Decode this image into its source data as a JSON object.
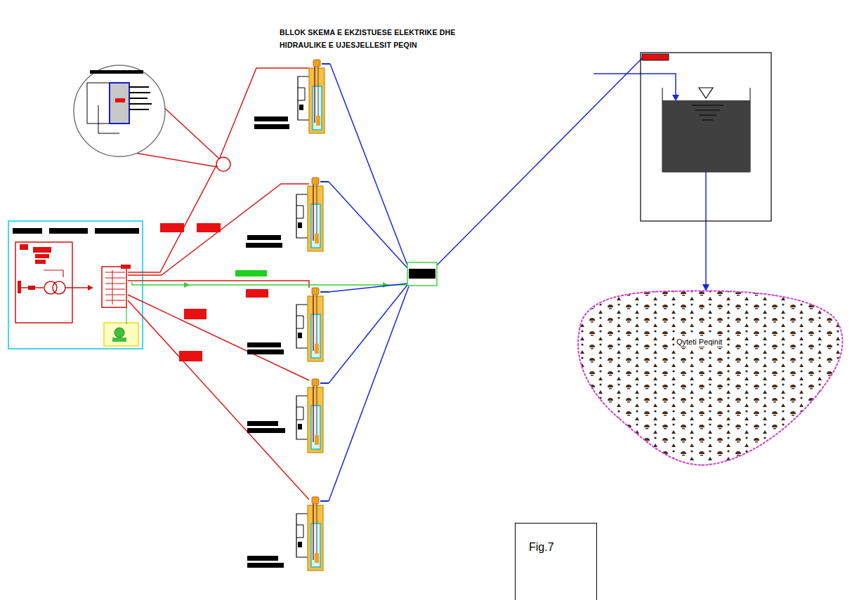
{
  "diagram": {
    "title": "BLLOK SKEMA E EKZISTUESE ELEKTRIKE DHE HIDRAULIKE E UJESJELLESIT PEQIN",
    "nodes": [
      {
        "text": [
          "Qyteti Peqinit"
        ]
      },
      {
        "text": [
          "Fig.7"
        ]
      }
    ]
  }
}
